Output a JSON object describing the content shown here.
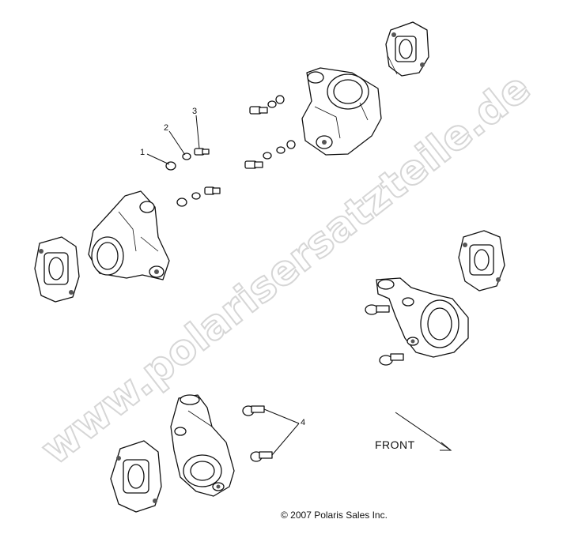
{
  "callouts": [
    "1",
    "2",
    "3",
    "4"
  ],
  "front_label": "FRONT",
  "copyright": "© 2007 Polaris Sales Inc.",
  "watermark": "www.polarisersatzteile.de"
}
